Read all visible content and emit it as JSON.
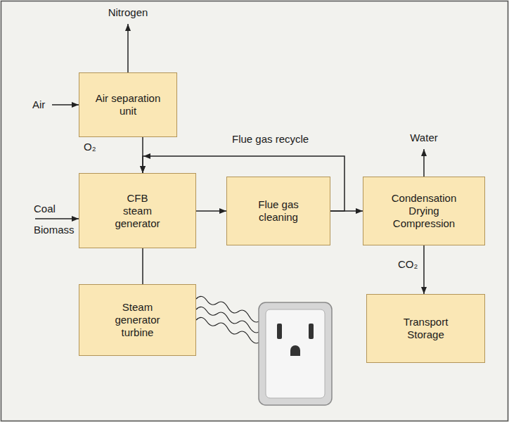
{
  "diagram": {
    "nodes": [
      {
        "text": [
          "Air separation unit"
        ]
      },
      {
        "text": [
          "CFB steam generator"
        ]
      },
      {
        "text": [
          "Flue gas cleaning"
        ]
      },
      {
        "text": [
          "Condensation Drying Compression"
        ]
      },
      {
        "text": [
          "Steam generator turbine"
        ]
      },
      {
        "text": [
          "Transport Storage"
        ]
      }
    ],
    "edges": [
      {
        "from": 0,
        "to": 1,
        "label": "O₂",
        "arrow": "to"
      },
      {
        "from": 1,
        "to": 2,
        "arrow": "to"
      },
      {
        "from": 2,
        "to": 3,
        "arrow": "to"
      },
      {
        "from": 2,
        "to": 1,
        "label": "Flue gas recycle",
        "arrow": "to"
      },
      {
        "from": 1,
        "to": 4,
        "arrow": "none"
      },
      {
        "from": 3,
        "to": 5,
        "label": "CO₂",
        "arrow": "to"
      }
    ],
    "labels": [
      "Nitrogen",
      "Air",
      "Coal",
      "Biomass",
      "Water"
    ]
  }
}
